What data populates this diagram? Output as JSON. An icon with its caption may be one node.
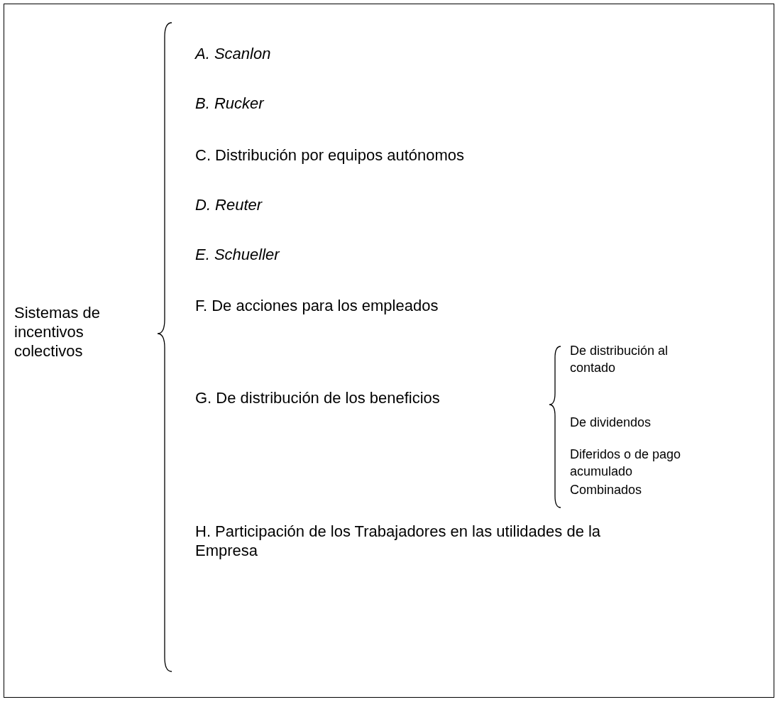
{
  "diagram": {
    "labels": [
      "Sistemas de incentivos colectivos",
      "A. Scanlon",
      "B. Rucker",
      "C. Distribución por equipos autónomos",
      "D. Reuter",
      "E. Schueller",
      "F. De acciones para los empleados",
      "G. De distribución de los beneficios",
      "De distribución al contado",
      "De dividendos",
      "Diferidos o de pago acumulado",
      "Combinados",
      "H. Participación de los Trabajadores en las utilidades de la Empresa"
    ]
  }
}
